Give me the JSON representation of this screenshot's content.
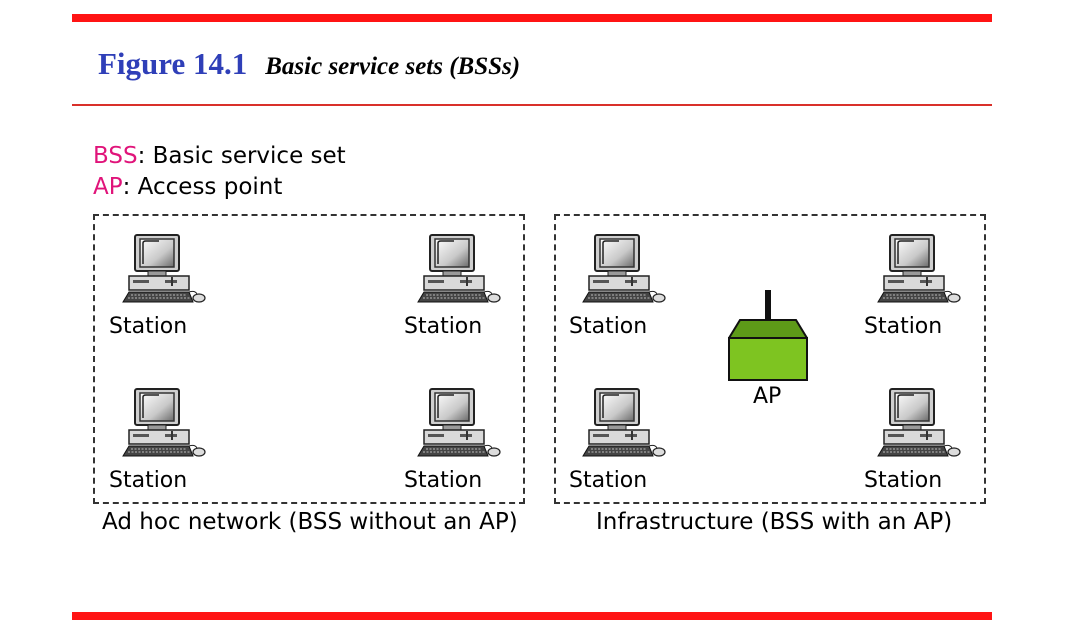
{
  "figure": {
    "number": "Figure 14.1",
    "caption": "Basic service sets (BSSs)"
  },
  "legend": [
    {
      "abbr": "BSS",
      "text": ": Basic service set"
    },
    {
      "abbr": "AP",
      "text": ": Access point"
    }
  ],
  "adhoc": {
    "caption": "Ad hoc network  (BSS without an AP)",
    "stations": [
      "Station",
      "Station",
      "Station",
      "Station"
    ]
  },
  "infrastructure": {
    "caption": "Infrastructure (BSS with an AP)",
    "stations": [
      "Station",
      "Station",
      "Station",
      "Station"
    ],
    "ap_label": "AP"
  },
  "colors": {
    "rule": "#ff1414",
    "figure_number": "#2f3fb8",
    "legend_abbr": "#e0147a",
    "ap_green": "#7ec421"
  }
}
